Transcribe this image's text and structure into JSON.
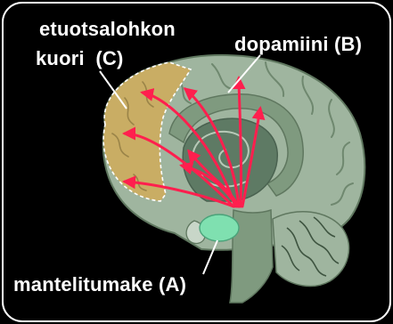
{
  "labels": {
    "prefrontal_line1": "etuotsalohkon",
    "prefrontal_line2": "kuori  (C)",
    "dopamine": "dopamiini (B)",
    "amygdala": "mantelitumake (A)"
  },
  "colors": {
    "background": "#000000",
    "frame": "#ffffff",
    "cortex": "#9fb59f",
    "cortex_outline": "#5f775f",
    "prefrontal_region": "#c9ad64",
    "limbic": "#7f9a7f",
    "deep_structures": "#5e7a64",
    "dopamine_arrows": "#ff1f4e",
    "amygdala": "#7fe0b0",
    "label_text": "#ffffff"
  }
}
